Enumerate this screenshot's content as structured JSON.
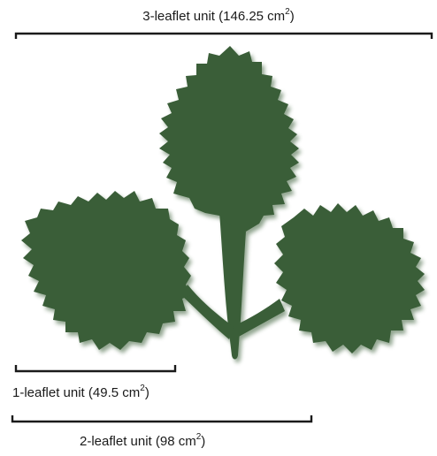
{
  "labels": {
    "three": {
      "text": "3-leaflet unit (146.25 cm",
      "sup": "2",
      "close": ")"
    },
    "one": {
      "text": "1-leaflet unit (49.5 cm",
      "sup": "2",
      "close": ")"
    },
    "two": {
      "text": "2-leaflet unit (98 cm",
      "sup": "2",
      "close": ")"
    }
  },
  "colors": {
    "leaf": "#3a5e38",
    "shadow": "#9aa7a0",
    "bracket": "#1a1a1a"
  }
}
